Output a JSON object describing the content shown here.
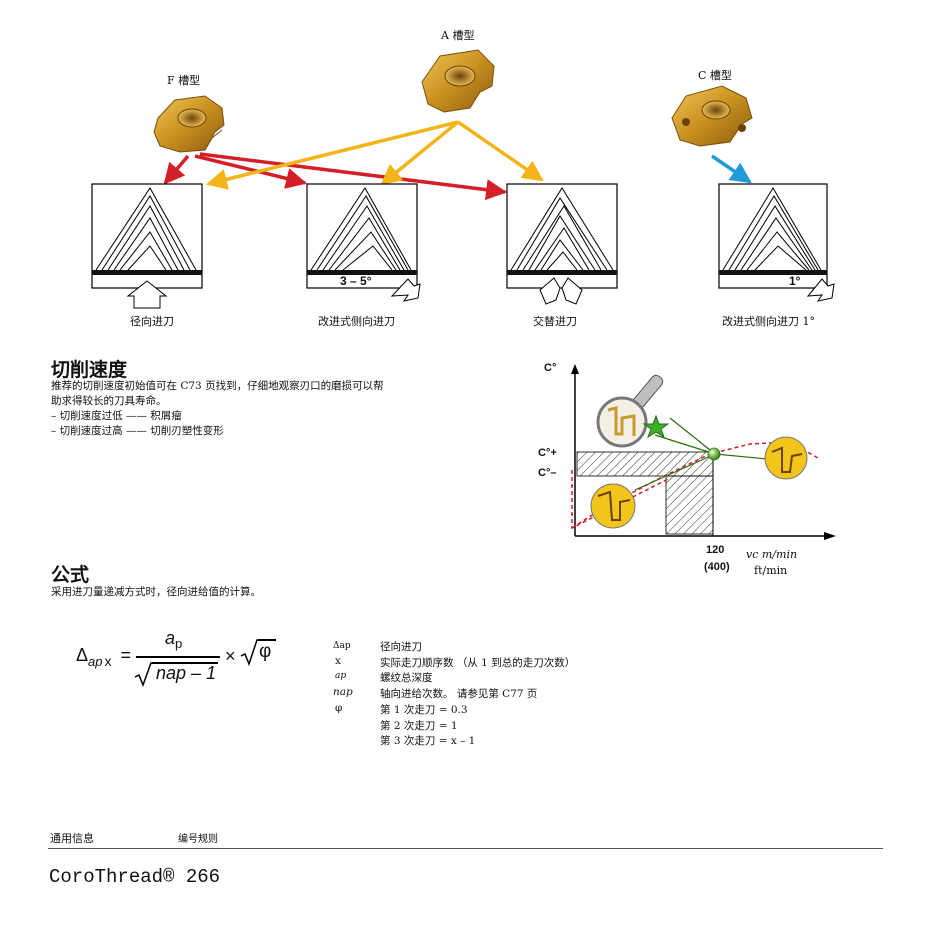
{
  "insert_types": {
    "f_label": "F 槽型",
    "a_label": "A 槽型",
    "c_label": "C 槽型"
  },
  "methods": [
    {
      "label": "径向进刀",
      "badge": ""
    },
    {
      "label": "改进式侧向进刀",
      "badge": "3 – 5°"
    },
    {
      "label": "交替进刀",
      "badge": ""
    },
    {
      "label": "改进式侧向进刀 1°",
      "badge": "1°"
    }
  ],
  "cutting_speed": {
    "heading": "切削速度",
    "lines": [
      "推荐的切削速度初始值可在 C73 页找到，仔细地观察刃口的磨损可以帮",
      "助求得较长的刀具寿命。",
      "– 切削速度过低 —— 积屑瘤",
      "– 切削速度过高 —— 切削刃塑性变形"
    ]
  },
  "speed_graph": {
    "y_top": "C°",
    "y_plus": "C°+",
    "y_minus": "C°–",
    "x_value": "120",
    "x_value_imperial": "(400)",
    "x_unit": "vc m/min",
    "x_unit_imperial": "ft/min"
  },
  "formula": {
    "heading": "公式",
    "description": "采用进刀量递减方式时，径向进给值的计算。",
    "lhs": "Δ",
    "lhs_sub": "ap",
    "lhs_x": "x",
    "numerator": "a",
    "numerator_sub": "p",
    "denominator": "nap – 1",
    "times": "×",
    "phi": "φ"
  },
  "glossary": [
    {
      "sym": "Δap",
      "desc": "径向进刀"
    },
    {
      "sym": "x",
      "desc": "实际走刀顺序数 （从 1 到总的走刀次数）"
    },
    {
      "sym": "ap",
      "desc": "螺纹总深度"
    },
    {
      "sym": "nap",
      "desc": "轴向进给次数。 请参见第 C77 页"
    },
    {
      "sym": "φ",
      "desc": "第 1 次走刀 = 0.3"
    },
    {
      "sym": "",
      "desc": "第 2 次走刀 =  1"
    },
    {
      "sym": "",
      "desc": "第 3 次走刀 =  x – 1"
    }
  ],
  "footer": {
    "left": "通用信息",
    "right": "编号规则",
    "title": "CoroThread® 266"
  }
}
